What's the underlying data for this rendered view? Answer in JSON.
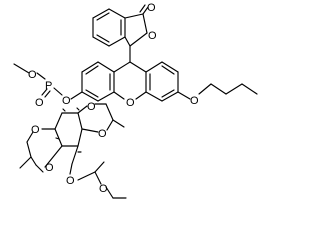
{
  "molecule": {
    "atom_labels": {
      "carbonyl_o": "O",
      "lactone_o": "O",
      "xanthene_o": "O",
      "ether_o": "O",
      "phosphate_o_aryl": "O",
      "phosphate_o_methyl": "O",
      "phosphate_o_double": "O",
      "phosphorus": "P",
      "ring_o1": "O",
      "ring_o2": "O",
      "ring_o3": "O",
      "ring_o4": "O",
      "ethoxy_o1": "O",
      "ethoxy_o2": "O"
    }
  }
}
